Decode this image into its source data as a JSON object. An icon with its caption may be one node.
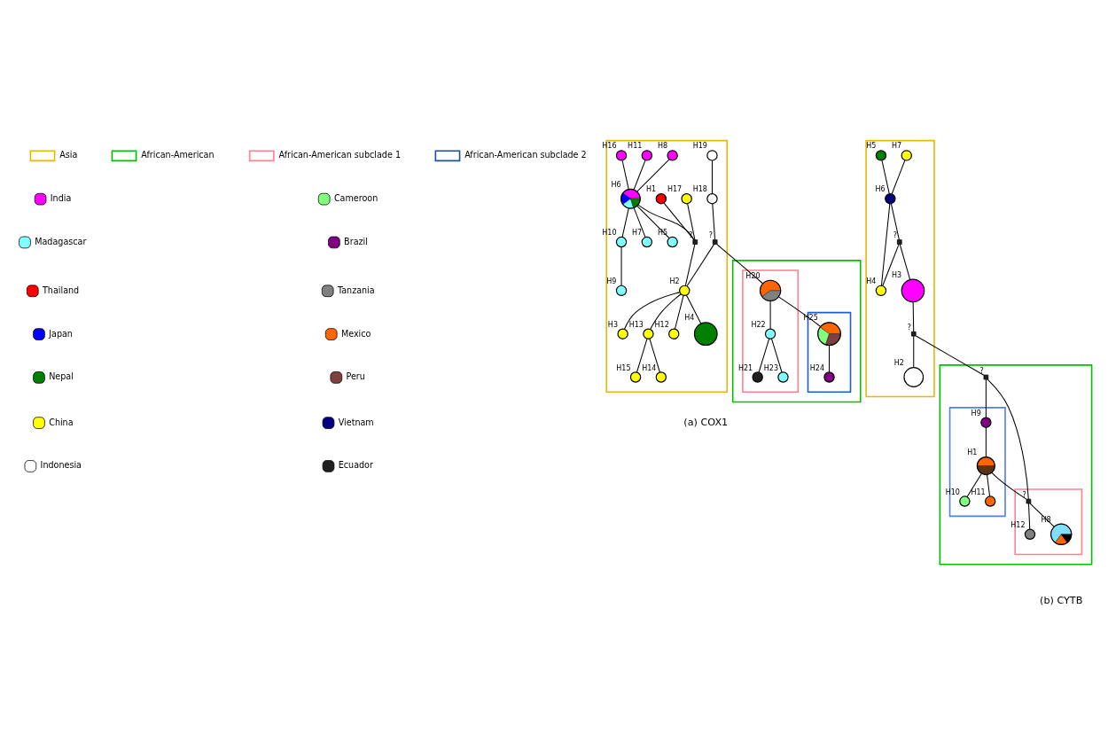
{
  "diagram": {
    "nodes": [
      {
        "text": [],
        "shape": "box"
      },
      {
        "text": [],
        "shape": "circle",
        "beside": [
          "H16"
        ],
        "in": 0
      },
      {
        "text": [],
        "shape": "circle",
        "beside": [
          "H8"
        ],
        "in": 0
      },
      {
        "text": [],
        "shape": "circle",
        "beside": [
          "H11"
        ],
        "in": 0
      },
      {
        "text": [],
        "shape": "circle",
        "beside": [
          "H6"
        ],
        "in": 0
      },
      {
        "text": [],
        "shape": "circle",
        "beside": [
          "H9"
        ],
        "in": 0
      },
      {
        "text": [],
        "shape": "circle",
        "beside": [
          "H7"
        ],
        "in": 0
      },
      {
        "text": [],
        "shape": "circle",
        "beside": [
          "H5"
        ],
        "in": 0
      },
      {
        "text": [],
        "shape": "circle",
        "beside": [
          "H10"
        ],
        "in": 0
      },
      {
        "text": [],
        "shape": "circle",
        "beside": [
          "H1"
        ],
        "in": 0
      },
      {
        "text": [],
        "shape": "box",
        "beside": [
          "?"
        ],
        "in": 0
      },
      {
        "text": [],
        "shape": "circle",
        "beside": [
          "H17"
        ],
        "in": 0
      },
      {
        "text": [],
        "shape": "circle",
        "beside": [
          "H19"
        ],
        "in": 0
      },
      {
        "text": [],
        "shape": "circle",
        "beside": [
          "H18"
        ],
        "in": 0
      },
      {
        "text": [],
        "shape": "circle",
        "beside": [
          "H3"
        ],
        "in": 0
      },
      {
        "text": [],
        "shape": "circle",
        "beside": [
          "H15"
        ],
        "in": 0
      },
      {
        "text": [],
        "shape": "circle",
        "beside": [
          "H13"
        ],
        "in": 0
      },
      {
        "text": [],
        "shape": "circle",
        "beside": [
          "H2"
        ],
        "in": 0
      },
      {
        "text": [],
        "shape": "circle",
        "beside": [
          "H14"
        ],
        "in": 0
      },
      {
        "text": [],
        "shape": "box",
        "beside": [
          "?"
        ],
        "in": 0
      },
      {
        "text": [],
        "shape": "circle",
        "beside": [
          "H12"
        ],
        "in": 0
      },
      {
        "text": [],
        "shape": "circle",
        "beside": [
          "H4"
        ],
        "in": 0
      },
      {
        "text": [],
        "shape": "box"
      },
      {
        "text": [],
        "shape": "box",
        "in": 22
      },
      {
        "text": [],
        "shape": "circle",
        "beside": [
          "H24"
        ],
        "in": 23
      },
      {
        "text": [],
        "shape": "circle",
        "beside": [
          "H25"
        ],
        "in": 23
      },
      {
        "text": [],
        "shape": "box",
        "in": 22
      },
      {
        "text": [],
        "shape": "circle",
        "beside": [
          "H21"
        ],
        "in": 26
      },
      {
        "text": [],
        "shape": "circle",
        "beside": [
          "H22"
        ],
        "in": 26
      },
      {
        "text": [],
        "shape": "circle",
        "beside": [
          "H20"
        ],
        "in": 26
      },
      {
        "text": [],
        "shape": "circle",
        "beside": [
          "H23"
        ],
        "in": 26
      },
      {
        "text": [],
        "shape": "box"
      },
      {
        "text": [],
        "shape": "circle",
        "beside": [
          "H7"
        ],
        "in": 31
      },
      {
        "text": [],
        "shape": "circle",
        "beside": [
          "H5"
        ],
        "in": 31
      },
      {
        "text": [],
        "shape": "circle",
        "beside": [
          "H6"
        ],
        "in": 31
      },
      {
        "text": [],
        "shape": "circle",
        "beside": [
          "H4"
        ],
        "in": 31
      },
      {
        "text": [],
        "shape": "box",
        "beside": [
          "?"
        ],
        "in": 31
      },
      {
        "text": [],
        "shape": "circle",
        "beside": [
          "H3"
        ],
        "in": 31
      },
      {
        "text": [],
        "shape": "circle",
        "beside": [
          "H2"
        ],
        "in": 31
      },
      {
        "text": [],
        "shape": "box",
        "beside": [
          "?"
        ],
        "in": 31
      },
      {
        "text": [],
        "shape": "box"
      },
      {
        "text": [],
        "shape": "box",
        "beside": [
          "?"
        ],
        "in": 40
      },
      {
        "text": [],
        "shape": "box",
        "in": 40
      },
      {
        "text": [],
        "shape": "circle",
        "beside": [
          "H9"
        ],
        "in": 42
      },
      {
        "text": [],
        "shape": "circle",
        "beside": [
          "H1"
        ],
        "in": 42
      },
      {
        "text": [],
        "shape": "circle",
        "beside": [
          "H10"
        ],
        "in": 42
      },
      {
        "text": [],
        "shape": "circle",
        "beside": [
          "H11"
        ],
        "in": 42
      },
      {
        "text": [],
        "shape": "box",
        "in": 40
      },
      {
        "text": [],
        "shape": "box",
        "beside": [
          "?"
        ],
        "in": 47
      },
      {
        "text": [],
        "shape": "circle",
        "beside": [
          "H12"
        ],
        "in": 47
      },
      {
        "text": [],
        "shape": "circle",
        "beside": [
          "H8"
        ],
        "in": 47
      }
    ],
    "edges": [
      {
        "from": 1,
        "to": 4,
        "arrow": "none"
      },
      {
        "from": 2,
        "to": 4,
        "arrow": "none"
      },
      {
        "from": 3,
        "to": 4,
        "arrow": "none"
      },
      {
        "from": 4,
        "to": 6,
        "arrow": "none"
      },
      {
        "from": 4,
        "to": 7,
        "arrow": "none"
      },
      {
        "from": 4,
        "to": 8,
        "arrow": "none"
      },
      {
        "from": 8,
        "to": 5,
        "arrow": "none"
      },
      {
        "from": 4,
        "to": 10,
        "arrow": "none"
      },
      {
        "from": 9,
        "to": 10,
        "arrow": "none"
      },
      {
        "from": 11,
        "to": 10,
        "arrow": "none"
      },
      {
        "from": 10,
        "to": 17,
        "arrow": "none"
      },
      {
        "from": 12,
        "to": 13,
        "arrow": "none"
      },
      {
        "from": 13,
        "to": 19,
        "arrow": "none"
      },
      {
        "from": 19,
        "to": 17,
        "arrow": "none"
      },
      {
        "from": 17,
        "to": 14,
        "arrow": "none"
      },
      {
        "from": 17,
        "to": 16,
        "arrow": "none"
      },
      {
        "from": 16,
        "to": 15,
        "arrow": "none"
      },
      {
        "from": 16,
        "to": 18,
        "arrow": "none"
      },
      {
        "from": 17,
        "to": 20,
        "arrow": "none"
      },
      {
        "from": 17,
        "to": 21,
        "arrow": "none"
      },
      {
        "from": 19,
        "to": 29,
        "arrow": "none"
      },
      {
        "from": 29,
        "to": 25,
        "arrow": "none"
      },
      {
        "from": 25,
        "to": 24,
        "arrow": "none"
      },
      {
        "from": 29,
        "to": 28,
        "arrow": "none"
      },
      {
        "from": 28,
        "to": 27,
        "arrow": "none"
      },
      {
        "from": 28,
        "to": 30,
        "arrow": "none"
      },
      {
        "from": 32,
        "to": 34,
        "arrow": "none"
      },
      {
        "from": 33,
        "to": 34,
        "arrow": "none"
      },
      {
        "from": 34,
        "to": 35,
        "arrow": "none"
      },
      {
        "from": 34,
        "to": 36,
        "arrow": "none"
      },
      {
        "from": 36,
        "to": 35,
        "arrow": "none"
      },
      {
        "from": 36,
        "to": 37,
        "arrow": "none"
      },
      {
        "from": 37,
        "to": 39,
        "arrow": "none"
      },
      {
        "from": 39,
        "to": 38,
        "arrow": "none"
      },
      {
        "from": 39,
        "to": 41,
        "arrow": "none"
      },
      {
        "from": 41,
        "to": 43,
        "arrow": "none"
      },
      {
        "from": 41,
        "to": 48,
        "arrow": "none"
      },
      {
        "from": 43,
        "to": 44,
        "arrow": "none"
      },
      {
        "from": 44,
        "to": 48,
        "arrow": "none"
      },
      {
        "from": 44,
        "to": 45,
        "arrow": "none"
      },
      {
        "from": 44,
        "to": 46,
        "arrow": "none"
      },
      {
        "from": 48,
        "to": 49,
        "arrow": "none"
      },
      {
        "from": 48,
        "to": 50,
        "arrow": "none"
      }
    ],
    "labels": [
      "(a) COX1",
      "(b) CYTB"
    ],
    "legend": [
      {
        "text": "Asia"
      },
      {
        "text": "African-American"
      },
      {
        "text": "African-American subclade 1"
      },
      {
        "text": "African-American subclade 2"
      },
      {
        "text": "India",
        "color": "#ff00ff"
      },
      {
        "text": "Madagascar",
        "color": "#80ffff"
      },
      {
        "text": "Thailand",
        "color": "#ff0000"
      },
      {
        "text": "Japan",
        "color": "#0000ff"
      },
      {
        "text": "Nepal",
        "color": "#008000"
      },
      {
        "text": "China",
        "color": "#ffff00"
      },
      {
        "text": "Indonesia",
        "color": "#ffffff"
      },
      {
        "text": "Cameroon",
        "color": "#80ff80"
      },
      {
        "text": "Brazil",
        "color": "#800080"
      },
      {
        "text": "Tanzania",
        "color": "#808080"
      },
      {
        "text": "Mexico",
        "color": "#ff6600"
      },
      {
        "text": "Peru",
        "color": "#804040"
      },
      {
        "text": "Vietnam",
        "color": "#000080"
      },
      {
        "text": "Ecuador",
        "color": "#202020"
      }
    ]
  }
}
